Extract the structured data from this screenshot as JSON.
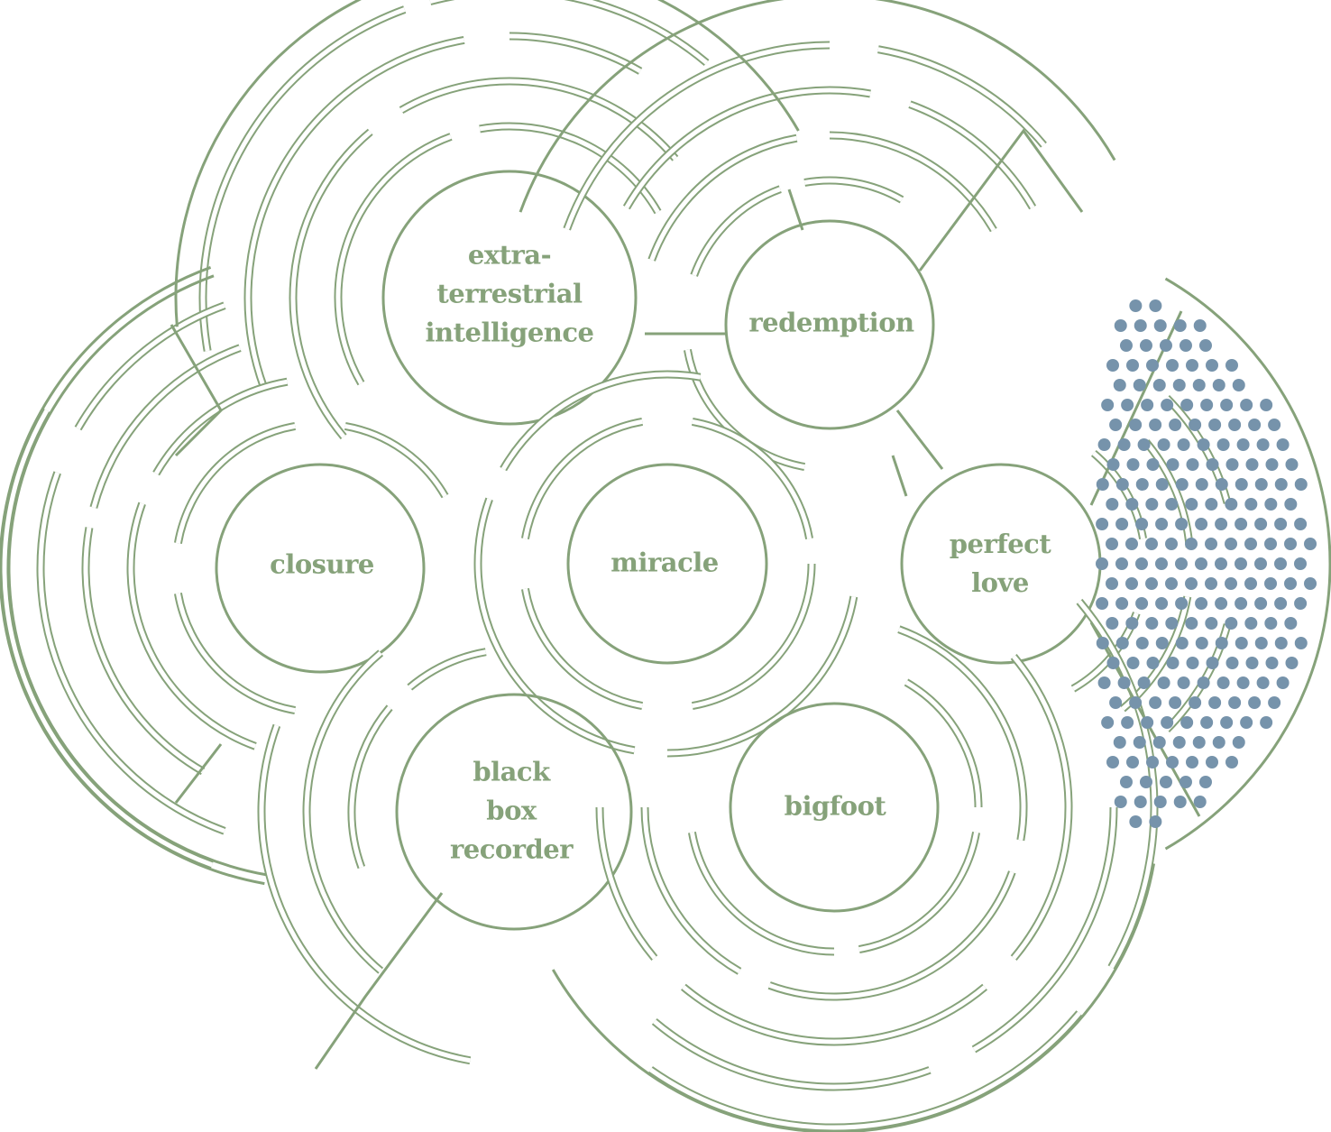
{
  "colors": {
    "line": "#86a27a",
    "dots": "#7693ab"
  },
  "labels": {
    "extraterrestrial": "extra-\nterrestrial\nintelligence",
    "redemption": "redemption",
    "closure": "closure",
    "miracle": "miracle",
    "perfect_love": "perfect\nlove",
    "black_box": "black\nbox\nrecorder",
    "bigfoot": "bigfoot"
  }
}
